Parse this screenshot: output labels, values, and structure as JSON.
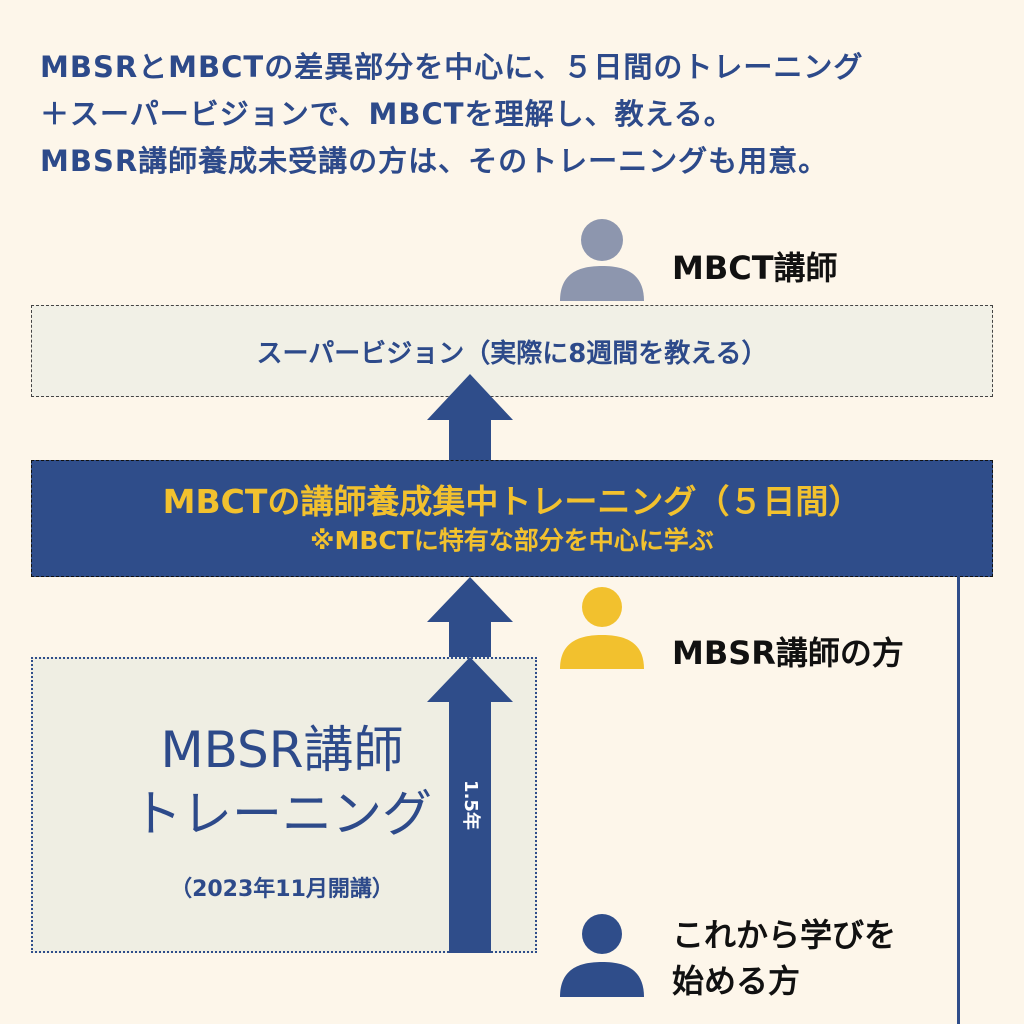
{
  "intro": {
    "lines": [
      "MBSRとMBCTの差異部分を中心に、５日間のトレーニング",
      "＋スーパービジョンで、MBCTを理解し、教える。",
      "MBSR講師養成未受講の方は、そのトレーニングも用意。"
    ]
  },
  "roles": {
    "mbct_teacher": "MBCT講師",
    "mbsr_teacher": "MBSR講師の方",
    "beginner_line1": "これから学びを",
    "beginner_line2": "始める方"
  },
  "supervision": {
    "label": "スーパービジョン（実際に8週間を教える）"
  },
  "intensive": {
    "title": "MBCTの講師養成集中トレーニング（５日間）",
    "note": "※MBCTに特有な部分を中心に学ぶ"
  },
  "mbsr_training": {
    "title_line1": "MBSR講師",
    "title_line2": "トレーニング",
    "subtitle": "（2023年11月開講）"
  },
  "arrow": {
    "duration_label": "1.5年"
  },
  "colors": {
    "background": "#fdf6ea",
    "navy": "#2f4d8a",
    "yellow": "#f2c12e",
    "gray_person": "#8d96ae"
  },
  "icons": {
    "mbct_teacher": "person-icon",
    "mbsr_teacher": "person-icon",
    "beginner": "person-icon"
  }
}
